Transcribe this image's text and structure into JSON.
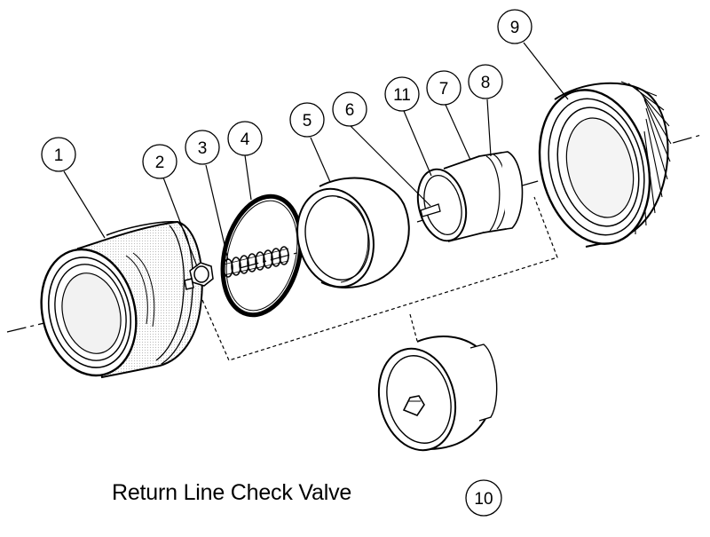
{
  "caption": "Return Line Check Valve",
  "callouts": {
    "c1": "1",
    "c2": "2",
    "c3": "3",
    "c4": "4",
    "c5": "5",
    "c6": "6",
    "c7": "7",
    "c8": "8",
    "c9": "9",
    "c10": "10",
    "c11": "11"
  },
  "colors": {
    "ink": "#000000",
    "paper": "#ffffff",
    "shade": "#d9d9d9"
  }
}
